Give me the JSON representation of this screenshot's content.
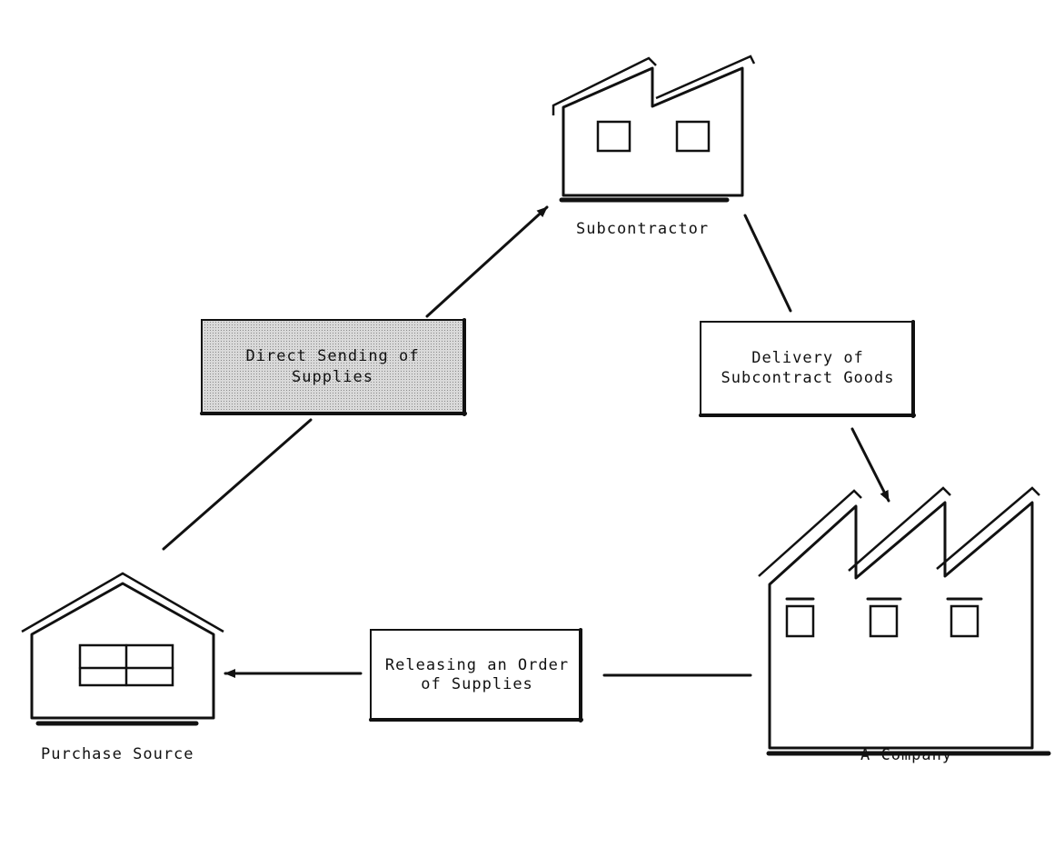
{
  "nodes": {
    "subcontractor": "Subcontractor",
    "purchase_source": "Purchase Source",
    "a_company": "A Company"
  },
  "boxes": {
    "direct_sending": [
      "Direct Sending of",
      "Supplies"
    ],
    "delivery": [
      "Delivery of",
      "Subcontract Goods"
    ],
    "releasing_order": [
      "Releasing an Order",
      "of Supplies"
    ]
  },
  "colors": {
    "ink": "#111111",
    "highlight_fill": "#c8c8c8",
    "background": "#ffffff"
  }
}
